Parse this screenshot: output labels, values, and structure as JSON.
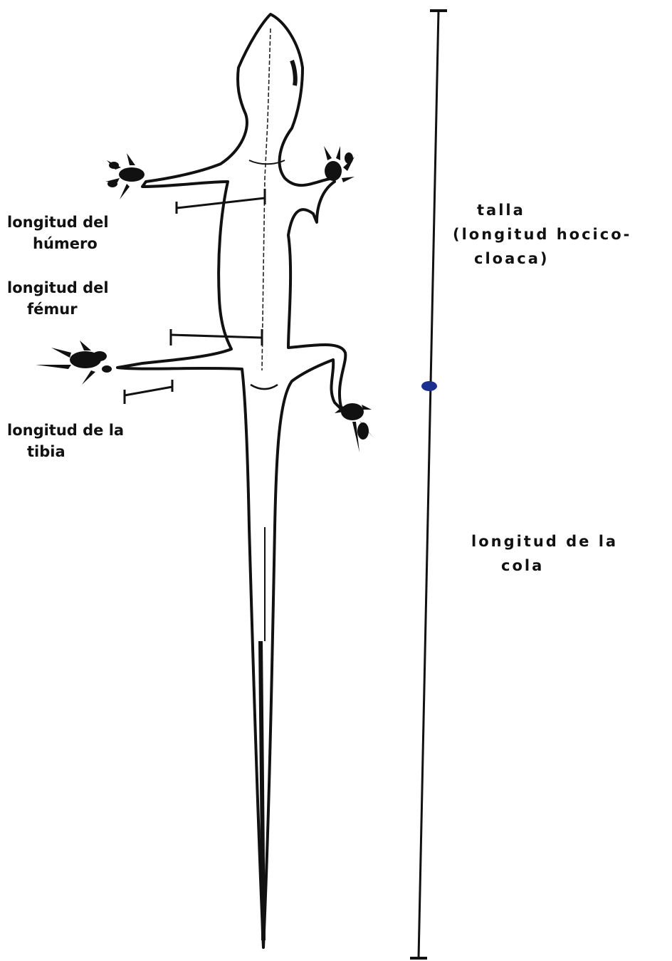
{
  "labels": {
    "humero": {
      "line1": "longitud  del",
      "line2": "húmero"
    },
    "femur": {
      "line1": "longitud  del",
      "line2": "fémur"
    },
    "tibia": {
      "line1": "longitud  de la",
      "line2": "tibia"
    },
    "talla": {
      "line1": "talla",
      "line2": "(longitud hocico-",
      "line3": "cloaca)"
    },
    "cola": {
      "line1": "longitud  de  la",
      "line2": "cola"
    }
  },
  "colors": {
    "ink": "#111111",
    "cloaca_marker": "#1a2f8f",
    "background": "#ffffff"
  }
}
